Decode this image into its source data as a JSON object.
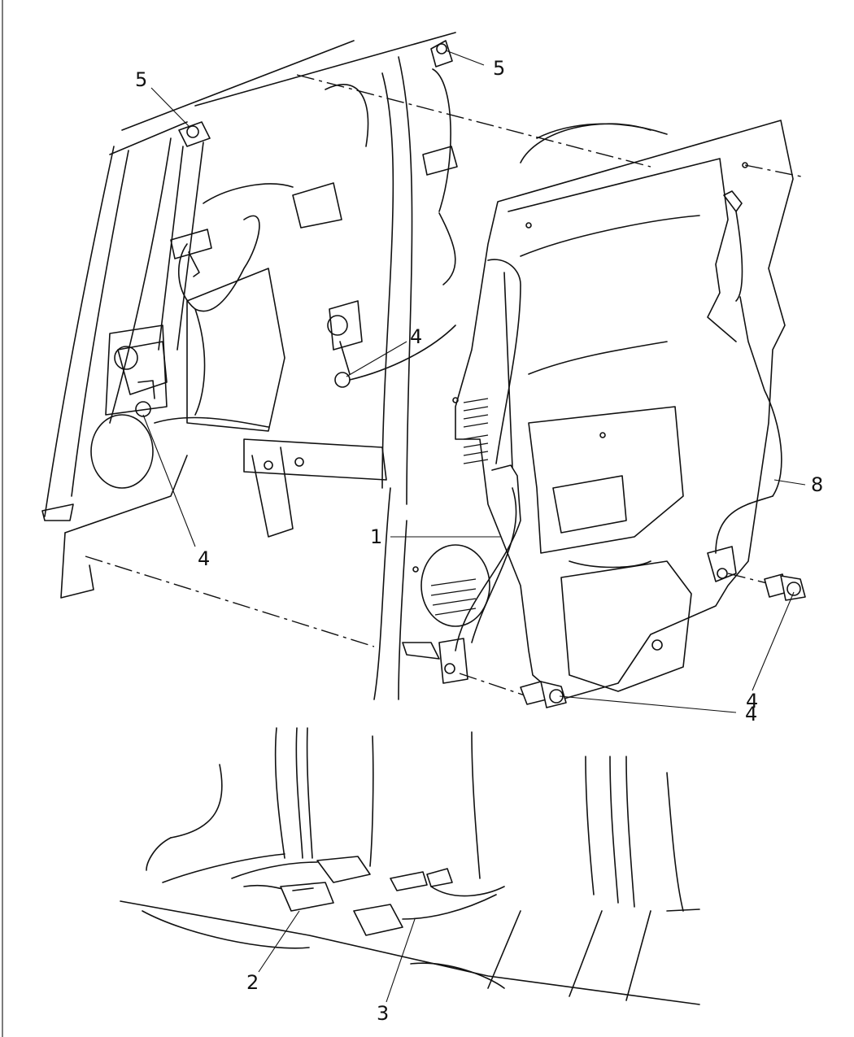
{
  "diagram": {
    "callouts": [
      {
        "id": "c5a",
        "text": "5"
      },
      {
        "id": "c5b",
        "text": "5"
      },
      {
        "id": "c4a",
        "text": "4"
      },
      {
        "id": "c4b",
        "text": "4"
      },
      {
        "id": "c4c",
        "text": "4"
      },
      {
        "id": "c4d",
        "text": "4"
      },
      {
        "id": "c1",
        "text": "1"
      },
      {
        "id": "c8",
        "text": "8"
      },
      {
        "id": "c2",
        "text": "2"
      },
      {
        "id": "c3",
        "text": "3"
      }
    ]
  }
}
